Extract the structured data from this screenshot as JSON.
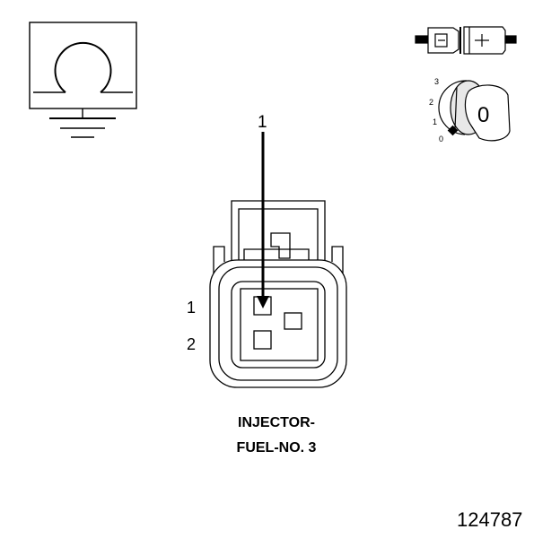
{
  "callout": {
    "number": "1"
  },
  "connector": {
    "pin_labels": [
      "1",
      "2"
    ],
    "title_line_1": "INJECTOR-",
    "title_line_2": "FUEL-NO. 3"
  },
  "ignition_switch": {
    "positions": [
      "3",
      "2",
      "1",
      "0"
    ],
    "key_label": "0"
  },
  "figure_id": "124787",
  "icons": {
    "ground_symbol": "resistor-ground-icon",
    "connector_end_view": "connector-end-view-icon",
    "harness_connector": "harness-connector-icon",
    "ignition_key": "ignition-key-icon"
  },
  "colors": {
    "line": "#000000",
    "background": "#ffffff"
  }
}
